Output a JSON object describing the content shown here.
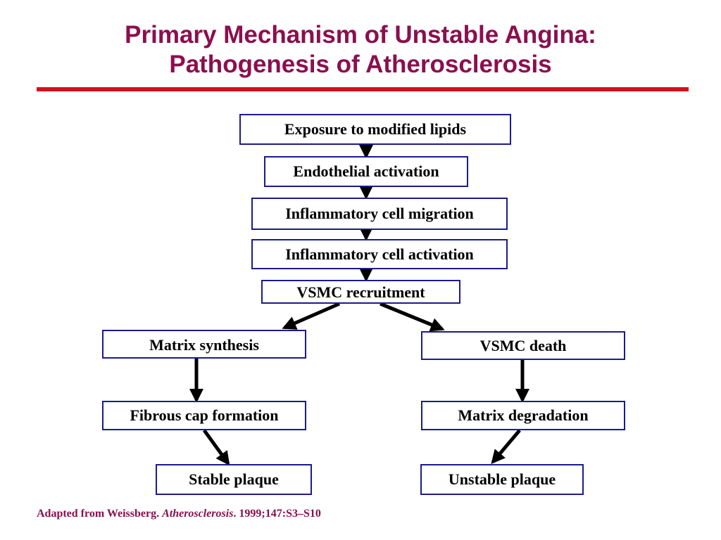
{
  "title_lines": [
    "Primary Mechanism of Unstable Angina:",
    "Pathogenesis of Atherosclerosis"
  ],
  "boxes": {
    "lipids": "Exposure to modified lipids",
    "endothelial": "Endothelial activation",
    "migration": "Inflammatory cell migration",
    "activation": "Inflammatory cell activation",
    "vsmc_recruitment": "VSMC recruitment",
    "matrix_synthesis": "Matrix synthesis",
    "vsmc_death": "VSMC death",
    "fibrous_cap": "Fibrous cap formation",
    "matrix_degradation": "Matrix degradation",
    "stable": "Stable plaque",
    "unstable": "Unstable plaque"
  },
  "footer": {
    "prefix": "Adapted from Weissberg. ",
    "journal": "Atherosclerosis",
    "suffix": ". 1999;147:S3–S10"
  },
  "colors": {
    "title": "#8b0f4e",
    "rule": "#d4101b",
    "box_border": "#1c1a8f",
    "text": "#000000"
  }
}
